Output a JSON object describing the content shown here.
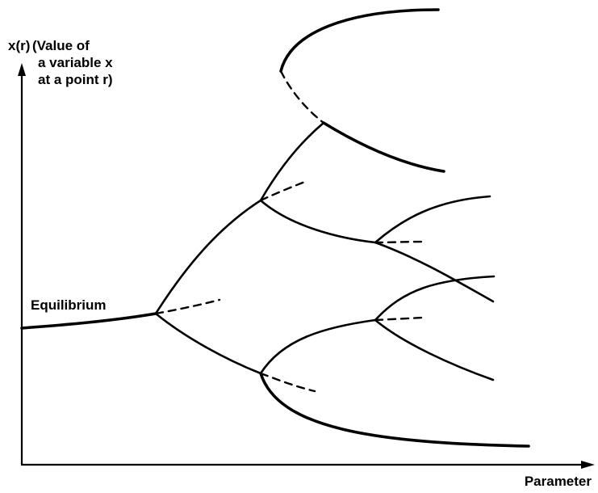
{
  "axes": {
    "y_title": "x(r)",
    "y_description": [
      "(Value of",
      "a variable x",
      "at a point r)"
    ],
    "x_title": "Parameter"
  },
  "annotations": {
    "equilibrium": "Equilibrium"
  },
  "colors": {
    "ink": "#000000",
    "background": "#ffffff"
  }
}
